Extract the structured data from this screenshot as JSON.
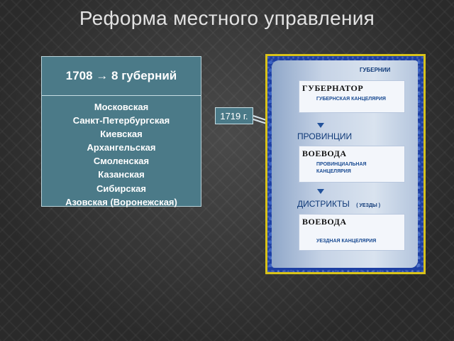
{
  "title": "Реформа местного управления",
  "governorates_box": {
    "header": "1708 → 8 губерний",
    "items": [
      "Московская",
      "Санкт-Петербургская",
      "Киевская",
      "Архангельская",
      "Смоленская",
      "Казанская",
      "Сибирская",
      "Азовская (Воронежская)"
    ]
  },
  "year_label": "1719 г.",
  "hierarchy": {
    "level1_label": "ГУБЕРНИИ",
    "level1_official": "ГУБЕРНАТОР",
    "level1_office": "ГУБЕРНСКАЯ КАНЦЕЛЯРИЯ",
    "level2_label": "ПРОВИНЦИИ",
    "level2_official": "ВОЕВОДА",
    "level2_office_line1": "ПРОВИНЦИАЛЬНАЯ",
    "level2_office_line2": "КАНЦЕЛЯРИЯ",
    "level3_label": "ДИСТРИКТЫ",
    "level3_note": "( УЕЗДЫ )",
    "level3_official": "ВОЕВОДА",
    "level3_office": "УЕЗДНАЯ КАНЦЕЛЯРИЯ"
  },
  "colors": {
    "box": "#4b7a88",
    "frame": "#d8c21a",
    "background": "#2f2f2f"
  }
}
